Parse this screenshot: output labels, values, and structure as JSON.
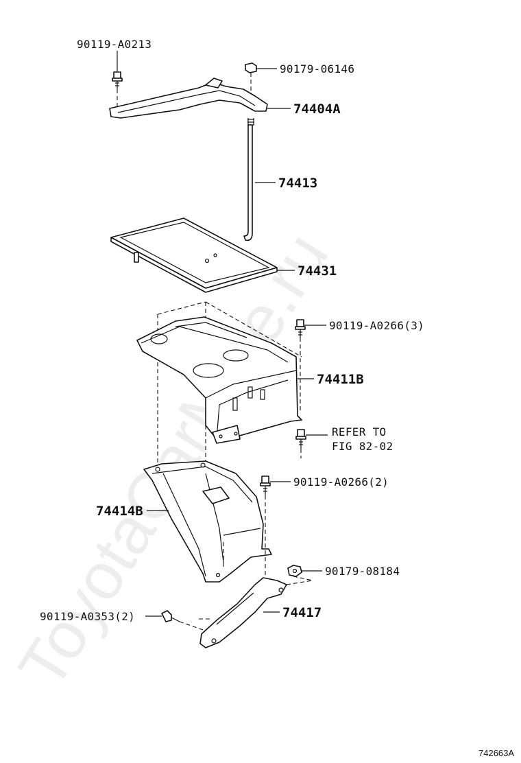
{
  "diagram": {
    "figure_id": "742663A",
    "watermark": "ToyotaCarMine.ru",
    "callouts": [
      {
        "id": "c1",
        "text": "90119-A0213"
      },
      {
        "id": "c2",
        "text": "90179-06146"
      },
      {
        "id": "c3",
        "text": "74404A"
      },
      {
        "id": "c4",
        "text": "74413"
      },
      {
        "id": "c5",
        "text": "74431"
      },
      {
        "id": "c6",
        "text": "90119-A0266(3)"
      },
      {
        "id": "c7",
        "text": "74411B"
      },
      {
        "id": "c8a",
        "text": "REFER TO"
      },
      {
        "id": "c8b",
        "text": "FIG 82-02"
      },
      {
        "id": "c9",
        "text": "90119-A0266(2)"
      },
      {
        "id": "c10",
        "text": "74414B"
      },
      {
        "id": "c11",
        "text": "90179-08184"
      },
      {
        "id": "c12",
        "text": "90119-A0353(2)"
      },
      {
        "id": "c13",
        "text": "74417"
      }
    ]
  }
}
